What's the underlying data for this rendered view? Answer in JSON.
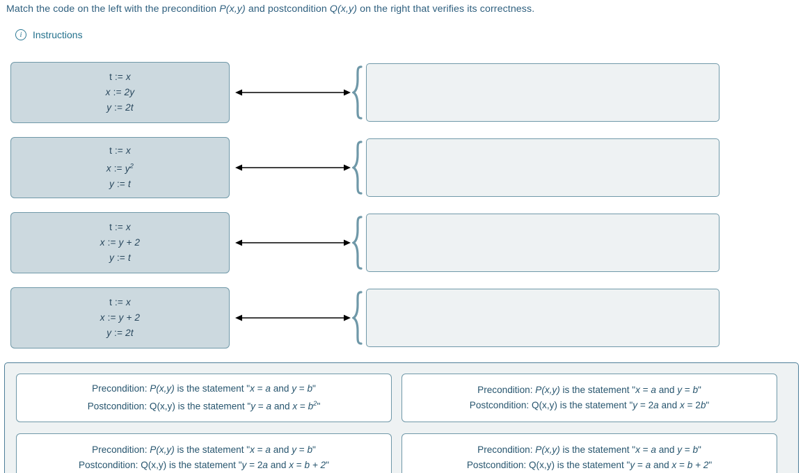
{
  "prompt": {
    "text_before": "Match the code on the left with the precondition ",
    "p_label": "P(x,y)",
    "text_middle": " and postcondition ",
    "q_label": "Q(x,y)",
    "text_after": " on the right that verifies its correctness."
  },
  "instructions": {
    "label": "Instructions",
    "icon": "info-circle-icon"
  },
  "colors": {
    "text": "#2e5f7e",
    "accent": "#2b7894",
    "code_bg": "#ccd9df",
    "code_border": "#6f98a8",
    "dropzone_bg": "#eef2f3",
    "bank_bg": "#eef2f3",
    "bank_border": "#4e7e99",
    "option_bg": "#ffffff",
    "arrow": "#000000"
  },
  "rows": [
    {
      "code": [
        {
          "lhs": "t",
          "op": ":=",
          "rhs": "x",
          "rhs_sup": ""
        },
        {
          "lhs": "x",
          "op": ":=",
          "rhs": "2y",
          "rhs_sup": ""
        },
        {
          "lhs": "y",
          "op": ":=",
          "rhs": "2t",
          "rhs_sup": ""
        }
      ],
      "code_text": "t := x\nx := 2y\ny := 2t",
      "dropzone_value": "",
      "arrow": "double-headed-arrow"
    },
    {
      "code": [
        {
          "lhs": "t",
          "op": ":=",
          "rhs": "x",
          "rhs_sup": ""
        },
        {
          "lhs": "x",
          "op": ":=",
          "rhs": "y",
          "rhs_sup": "2"
        },
        {
          "lhs": "y",
          "op": ":=",
          "rhs": "t",
          "rhs_sup": ""
        }
      ],
      "code_text": "t := x\nx := y^2\ny := t",
      "dropzone_value": "",
      "arrow": "double-headed-arrow"
    },
    {
      "code": [
        {
          "lhs": "t",
          "op": ":=",
          "rhs": "x",
          "rhs_sup": ""
        },
        {
          "lhs": "x",
          "op": ":=",
          "rhs": "y + 2",
          "rhs_sup": ""
        },
        {
          "lhs": "y",
          "op": ":=",
          "rhs": "t",
          "rhs_sup": ""
        }
      ],
      "code_text": "t := x\nx := y + 2\ny := t",
      "dropzone_value": "",
      "arrow": "double-headed-arrow"
    },
    {
      "code": [
        {
          "lhs": "t",
          "op": ":=",
          "rhs": "x",
          "rhs_sup": ""
        },
        {
          "lhs": "x",
          "op": ":=",
          "rhs": "y + 2",
          "rhs_sup": ""
        },
        {
          "lhs": "y",
          "op": ":=",
          "rhs": "2t",
          "rhs_sup": ""
        }
      ],
      "code_text": "t := x\nx := y + 2\ny := 2t",
      "dropzone_value": "",
      "arrow": "double-headed-arrow"
    }
  ],
  "answer_bank": {
    "options": [
      {
        "pre_prefix": "Precondition: ",
        "pre_symbol": "P(x,y)",
        "pre_body": " is the statement \"",
        "pre_expr_1": "x",
        "pre_eq_1": " = ",
        "pre_val_1": "a",
        "pre_and": " and ",
        "pre_expr_2": "y",
        "pre_eq_2": " = ",
        "pre_val_2": "b",
        "pre_close": "\"",
        "post_prefix": "Postcondition: ",
        "post_symbol": "Q(x,y)",
        "post_body": " is the statement \"",
        "post_expr_1": "y",
        "post_eq_1": " = ",
        "post_val_1": "a",
        "post_and": " and ",
        "post_expr_2": "x",
        "post_eq_2": " = ",
        "post_val_2": "b",
        "post_sup": "2",
        "post_close": "\"",
        "precondition_text": "Precondition: P(x,y) is the statement \"x = a and y = b\"",
        "postcondition_text": "Postcondition: Q(x,y) is the statement \"y = a and x = b2\""
      },
      {
        "pre_prefix": "Precondition: ",
        "pre_symbol": "P(x,y)",
        "pre_body": " is the statement \"",
        "pre_expr_1": "x",
        "pre_eq_1": " = ",
        "pre_val_1": "a",
        "pre_and": " and ",
        "pre_expr_2": "y",
        "pre_eq_2": " = ",
        "pre_val_2": "b",
        "pre_close": "\"",
        "post_prefix": "Postcondition: ",
        "post_symbol": "Q(x,y)",
        "post_body": " is the statement \"",
        "post_expr_1": "y",
        "post_eq_1": " = 2",
        "post_val_1": "a",
        "post_and": " and ",
        "post_expr_2": "x",
        "post_eq_2": " = 2",
        "post_val_2": "b",
        "post_sup": "",
        "post_close": "\"",
        "precondition_text": "Precondition: P(x,y) is the statement \"x = a and y = b\"",
        "postcondition_text": "Postcondition: Q(x,y) is the statement \"y = 2a and x = 2b\""
      },
      {
        "pre_prefix": "Precondition: ",
        "pre_symbol": "P(x,y)",
        "pre_body": " is the statement \"",
        "pre_expr_1": "x",
        "pre_eq_1": " = ",
        "pre_val_1": "a",
        "pre_and": " and ",
        "pre_expr_2": "y",
        "pre_eq_2": " = ",
        "pre_val_2": "b",
        "pre_close": "\"",
        "post_prefix": "Postcondition: ",
        "post_symbol": "Q(x,y)",
        "post_body": " is the statement \"",
        "post_expr_1": "y",
        "post_eq_1": " = 2",
        "post_val_1": "a",
        "post_and": " and ",
        "post_expr_2": "x",
        "post_eq_2": " = ",
        "post_val_2": "b + 2",
        "post_sup": "",
        "post_close": "\"",
        "precondition_text": "Precondition: P(x,y) is the statement \"x = a and y = b\"",
        "postcondition_text": "Postcondition: Q(x,y) is the statement \"y = 2a and x = b + 2\""
      },
      {
        "pre_prefix": "Precondition: ",
        "pre_symbol": "P(x,y)",
        "pre_body": " is the statement \"",
        "pre_expr_1": "x",
        "pre_eq_1": " = ",
        "pre_val_1": "a",
        "pre_and": " and ",
        "pre_expr_2": "y",
        "pre_eq_2": " = ",
        "pre_val_2": "b",
        "pre_close": "\"",
        "post_prefix": "Postcondition: ",
        "post_symbol": "Q(x,y)",
        "post_body": " is the statement \"",
        "post_expr_1": "y",
        "post_eq_1": " = ",
        "post_val_1": "a",
        "post_and": " and ",
        "post_expr_2": "x",
        "post_eq_2": " = ",
        "post_val_2": "b + 2",
        "post_sup": "",
        "post_close": "\"",
        "precondition_text": "Precondition: P(x,y) is the statement \"x = a and y = b\"",
        "postcondition_text": "Postcondition: Q(x,y) is the statement \"y = a and x = b + 2\""
      }
    ]
  }
}
